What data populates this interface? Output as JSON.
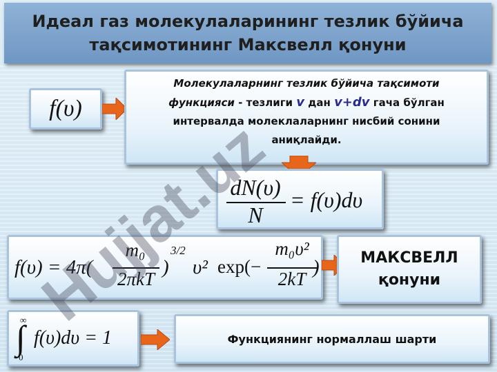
{
  "title": "Идеал газ молекулаларининг тезлик бўйича\nтақсимотининг Максвелл қонуни",
  "fv_box": {
    "formula": "f(υ)"
  },
  "definition": {
    "line1": "Молекулаларнинг тезлик бўйича тақсимоти",
    "line2_term": "функцияси",
    "line2_rest": " - тезлиги ",
    "v": "v",
    "dan": " дан ",
    "vdv": "v+dv",
    "gacha": " гача бўлган",
    "line3": "интервалда  молеклаларнинг нисбий сонини",
    "line4": "аниқлайди."
  },
  "dn_formula": {
    "num": "dN(υ)",
    "den": "N",
    "rhs": "= f(υ)dυ"
  },
  "maxwell": {
    "lhs": "f(υ) = 4π(",
    "frac1_num": "m₀",
    "frac1_den": "2πkT",
    "exp": "3/2",
    "v2": "υ²",
    "expfn": "exp(−",
    "frac2_num": "m₀υ²",
    "frac2_den": "2kT",
    "close": ")"
  },
  "maxwell_label": {
    "line1": "МАКСВЕЛЛ",
    "line2": "қонуни"
  },
  "norm_formula": {
    "upper": "∞",
    "lower": "0",
    "body": "f(υ)dυ = 1"
  },
  "norm_label": "Функциянинг нормаллаш шарти",
  "watermark": "Hujjat.uz",
  "colors": {
    "arrow": "#e8661c",
    "title_bg": "#7fa5cf",
    "border": "#a9c3dc"
  }
}
